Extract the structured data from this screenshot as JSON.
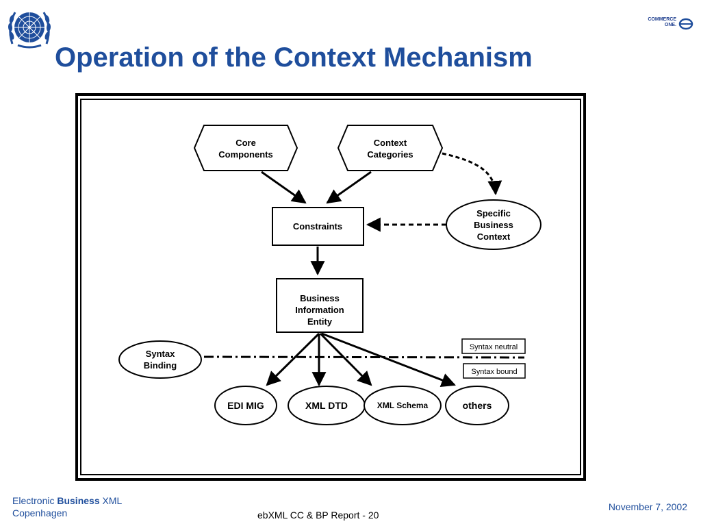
{
  "slide": {
    "title": "Operation of the Context Mechanism"
  },
  "logos": {
    "left_logo": "un-emblem-icon",
    "right_logo_text_line1": "COMMERCE",
    "right_logo_text_line2": "ONE."
  },
  "diagram": {
    "core_components_line1": "Core",
    "core_components_line2": "Components",
    "context_categories_line1": "Context",
    "context_categories_line2": "Categories",
    "constraints": "Constraints",
    "specific_context_line1": "Specific",
    "specific_context_line2": "Business",
    "specific_context_line3": "Context",
    "bie_line1": "Business",
    "bie_line2": "Information",
    "bie_line3": "Entity",
    "syntax_binding_line1": "Syntax",
    "syntax_binding_line2": "Binding",
    "syntax_neutral": "Syntax neutral",
    "syntax_bound": "Syntax bound",
    "outputs": [
      "EDI MIG",
      "XML DTD",
      "XML Schema",
      "others"
    ]
  },
  "footer": {
    "left_prefix": "Electronic ",
    "left_bold": "Business",
    "left_suffix": " XML",
    "left_line2": "Copenhagen",
    "center": "ebXML CC & BP Report - 20",
    "right": "November 7, 2002"
  },
  "colors": {
    "title": "#1f4e9c",
    "footer": "#1f4e9c"
  }
}
